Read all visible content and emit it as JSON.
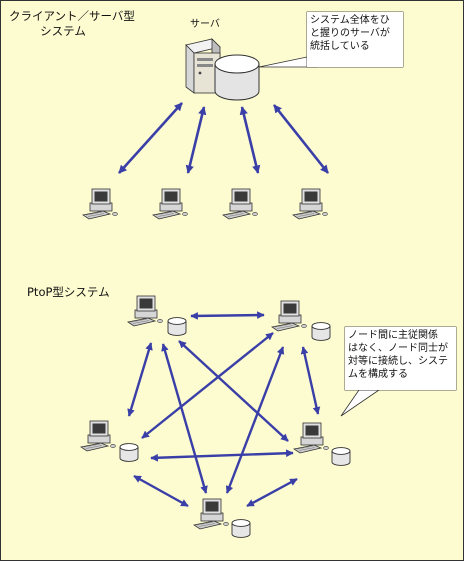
{
  "client_server": {
    "title_lines": [
      "クライアント／サーバ型",
      "システム"
    ],
    "server_label": "サーバ",
    "callout_lines": [
      "システム全体をひ",
      "と握りのサーバが",
      "統括している"
    ]
  },
  "p2p": {
    "title": "PtoP型システム",
    "callout_lines": [
      "ノード間に主従関係",
      "はなく、ノード同士が",
      "対等に接続し、システ",
      "ムを構成する"
    ]
  },
  "colors": {
    "background": "#fdfbd0",
    "arrow": "#3a3fa8",
    "border": "#333333"
  },
  "icons": [
    "server-tower-icon",
    "database-cylinder-icon",
    "client-pc-icon",
    "node-pc-db-icon",
    "bidirectional-arrow-icon",
    "speech-callout-icon"
  ]
}
